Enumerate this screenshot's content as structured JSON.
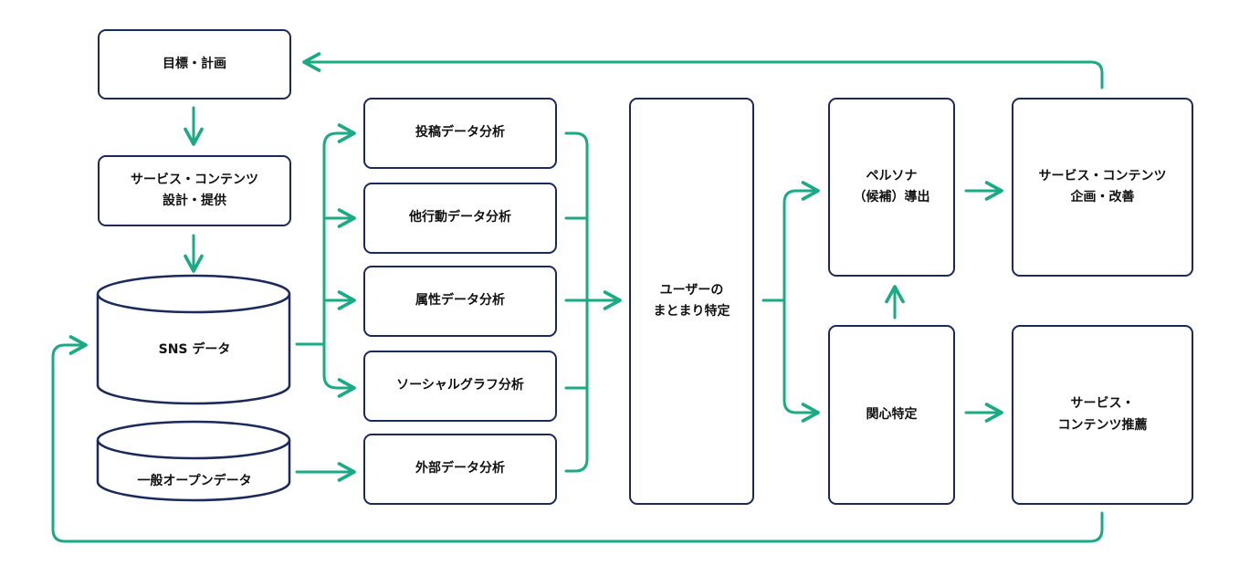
{
  "colors": {
    "arrow": "#1aaa84",
    "border": "#1b2a5a",
    "text": "#111111",
    "background": "#ffffff"
  },
  "nodes": {
    "goal_plan": "目標・計画",
    "service_design": [
      "サービス・コンテンツ",
      "設計・提供"
    ],
    "sns_data": "SNS データ",
    "open_data": "一般オープンデータ",
    "post_analysis": "投稿データ分析",
    "behavior_analysis": "他行動データ分析",
    "attribute_analysis": "属性データ分析",
    "social_graph_analysis": "ソーシャルグラフ分析",
    "external_analysis": "外部データ分析",
    "user_segment": [
      "ユーザーの",
      "まとまり特定"
    ],
    "persona": [
      "ペルソナ",
      "（候補）導出"
    ],
    "interest": "関心特定",
    "service_planning": [
      "サービス・コンテンツ",
      "企画・改善"
    ],
    "service_recommend": [
      "サービス・",
      "コンテンツ推薦"
    ]
  }
}
